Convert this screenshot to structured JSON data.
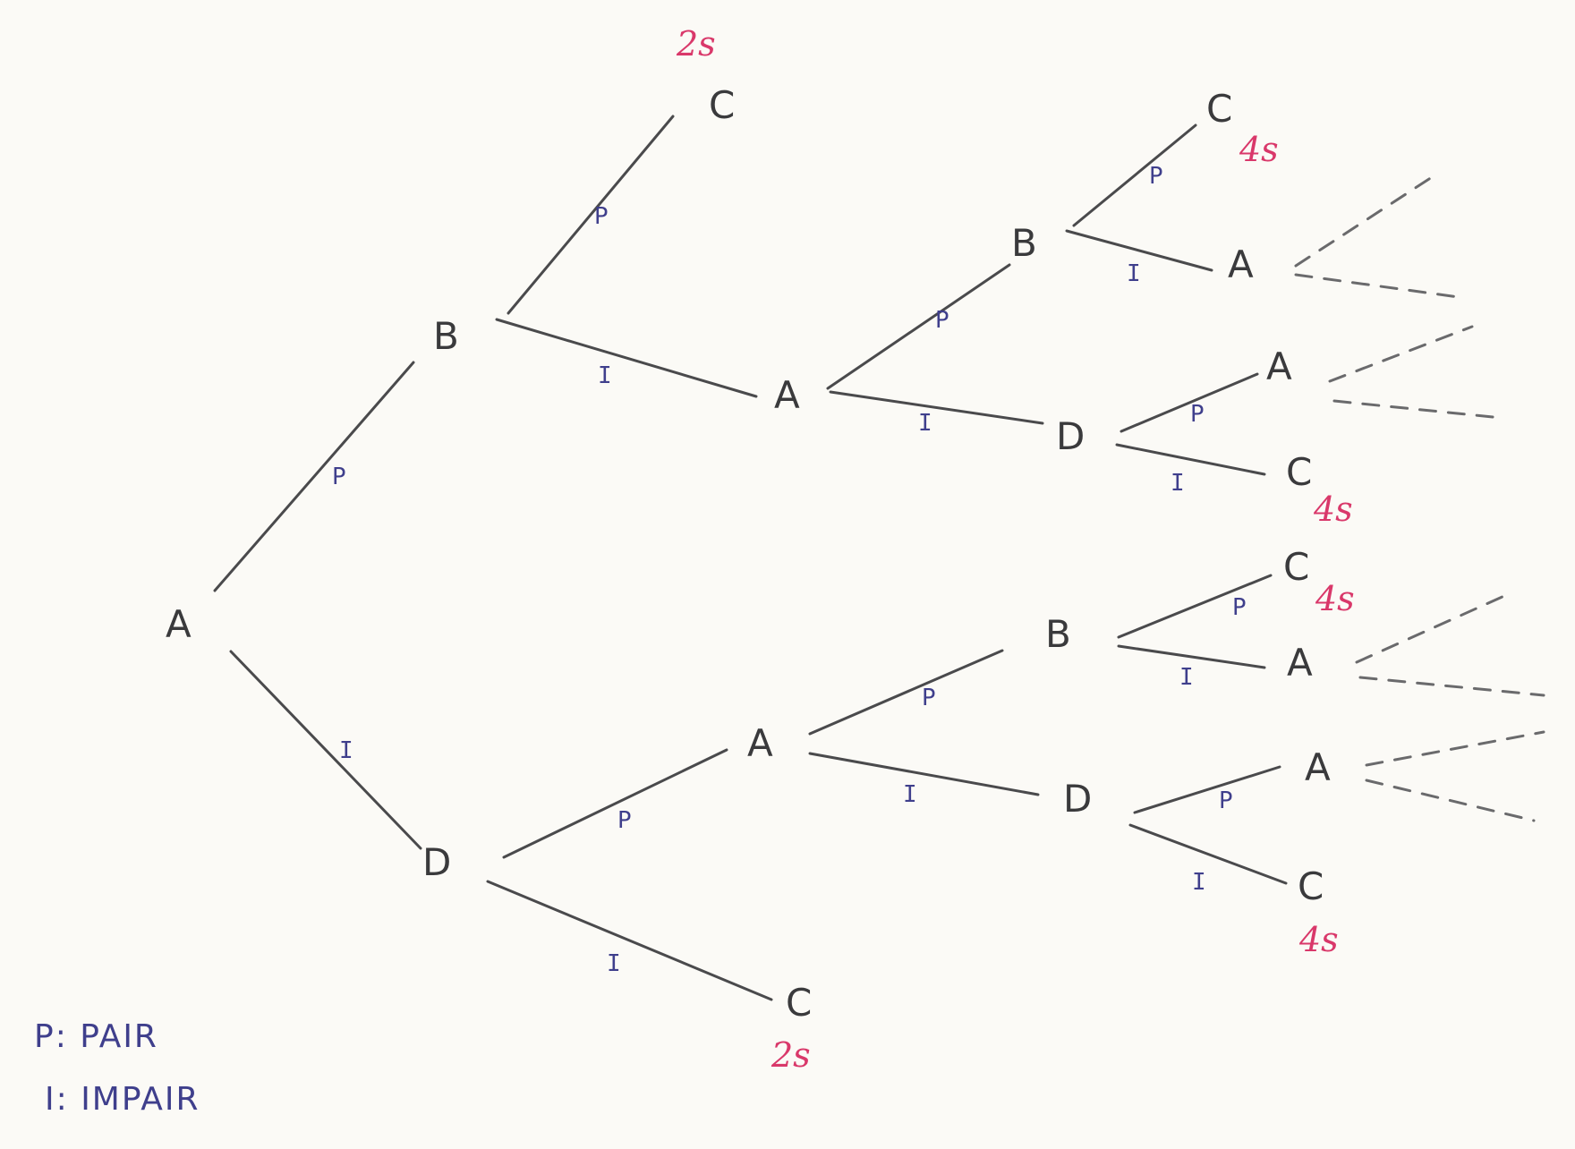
{
  "nodes": {
    "root": "A",
    "b1": "B",
    "d1": "D",
    "c_top": "C",
    "a_mid_top": "A",
    "b2": "B",
    "d2": "D",
    "c_r1": "C",
    "a_r1": "A",
    "a_r2": "A",
    "c_r2": "C",
    "a_mid_bot": "A",
    "c_bot": "C",
    "b3": "B",
    "d3": "D",
    "c_r3": "C",
    "a_r3": "A",
    "a_r4": "A",
    "c_r4": "C"
  },
  "edge_labels": {
    "root_b1": "P",
    "root_d1": "I",
    "b1_c": "P",
    "b1_a": "I",
    "a_b2": "P",
    "a_d2": "I",
    "b2_c": "P",
    "b2_a": "I",
    "d2_a": "P",
    "d2_c": "I",
    "d1_a": "P",
    "d1_c": "I",
    "a_b3": "P",
    "a_d3": "I",
    "b3_c": "P",
    "b3_a": "I",
    "d3_a": "P",
    "d3_c": "I"
  },
  "times": {
    "c_top": "2s",
    "c_r1": "4s",
    "c_r2": "4s",
    "c_r3": "4s",
    "c_r4": "4s",
    "c_bot": "2s"
  },
  "legend": {
    "pair": "P: PAIR",
    "impair": "I: IMPAIR"
  },
  "colors": {
    "line": "#4a4a4c",
    "label": "#3f3f8c",
    "time": "#d9386a"
  }
}
